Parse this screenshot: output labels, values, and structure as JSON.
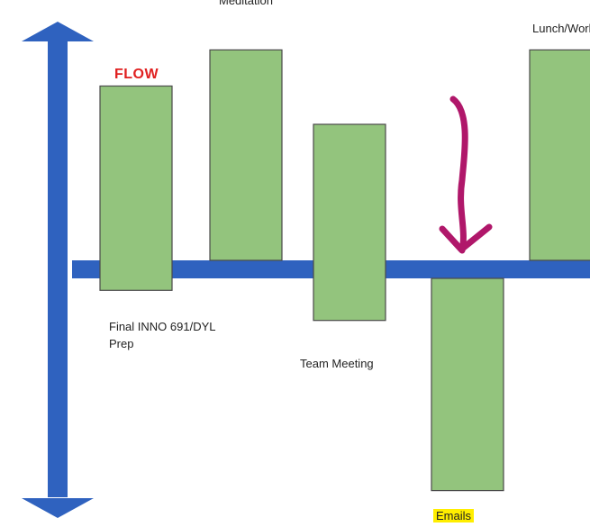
{
  "title_label": "FLOW",
  "colors": {
    "axis": "#2f62bf",
    "bar_fill": "#93c47d",
    "bar_stroke": "#4a4a4a",
    "arrow": "#b0176a",
    "flow_text": "#e02020",
    "highlight": "#ffee00"
  },
  "activities": [
    {
      "label": "Final INNO 691/DYL\nPrep",
      "direction": "up",
      "level_above": 0.82,
      "level_below": 0.14,
      "highlighted": false
    },
    {
      "label": "Meditation",
      "direction": "up",
      "level_above": 0.99,
      "level_below": 0.0,
      "highlighted": false
    },
    {
      "label": "Team Meeting",
      "direction": "up",
      "level_above": 0.64,
      "level_below": 0.28,
      "highlighted": false
    },
    {
      "label": "Emails",
      "direction": "down",
      "level_above": 0.0,
      "level_below": 0.99,
      "highlighted": true
    },
    {
      "label": "Lunch/Work",
      "direction": "up",
      "level_above": 0.99,
      "level_below": 0.0,
      "highlighted": false
    }
  ],
  "annotation": {
    "type": "curved-arrow-down",
    "target": "Emails"
  }
}
